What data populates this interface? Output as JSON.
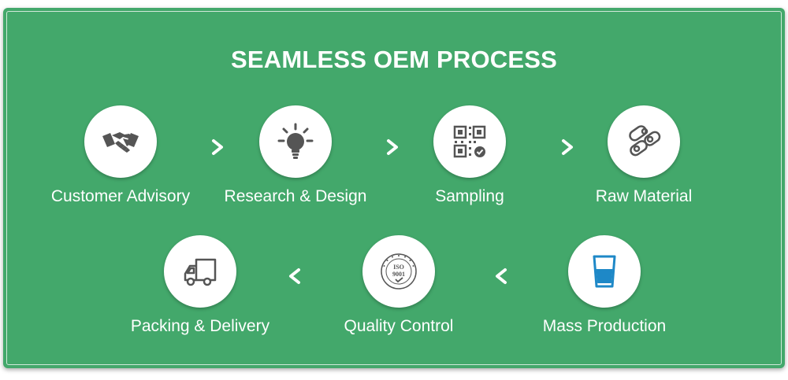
{
  "title": "SEAMLESS OEM PROCESS",
  "colors": {
    "background": "#43a86b",
    "circle": "#ffffff",
    "icon": "#555555",
    "icon_accent": "#1e88c7"
  },
  "steps": [
    {
      "label": "Customer Advisory",
      "icon": "handshake-icon"
    },
    {
      "label": "Research & Design",
      "icon": "lightbulb-icon"
    },
    {
      "label": "Sampling",
      "icon": "qr-code-icon"
    },
    {
      "label": "Raw Material",
      "icon": "raw-material-icon"
    },
    {
      "label": "Mass Production",
      "icon": "cup-icon"
    },
    {
      "label": "Quality Control",
      "icon": "iso-9001-seal-icon"
    },
    {
      "label": "Packing & Delivery",
      "icon": "delivery-truck-icon"
    }
  ],
  "iso_seal": {
    "line1": "ISO",
    "line2": "9001"
  }
}
